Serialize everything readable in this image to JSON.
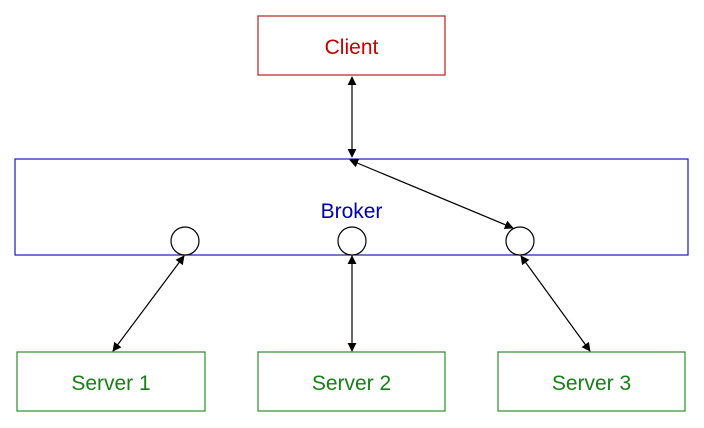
{
  "client": {
    "label": "Client",
    "color": "#c00000"
  },
  "broker": {
    "label": "Broker",
    "color": "#0000aa"
  },
  "servers": [
    {
      "label": "Server 1"
    },
    {
      "label": "Server 2"
    },
    {
      "label": "Server 3"
    }
  ],
  "server_color": "#1a7d1a"
}
